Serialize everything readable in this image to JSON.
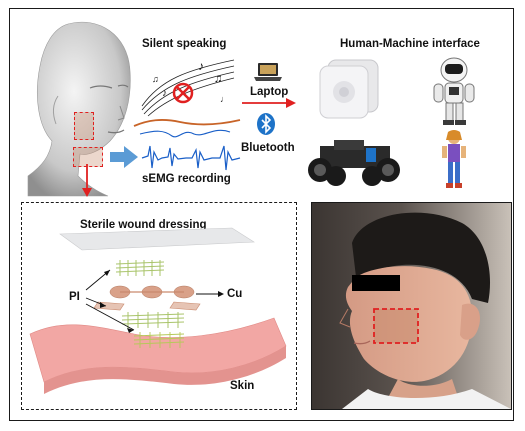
{
  "top_panel": {
    "silent_speaking": "Silent speaking",
    "hmi": "Human-Machine interface",
    "laptop": "Laptop",
    "bluetooth": "Bluetooth",
    "semg": "sEMG recording"
  },
  "dressing_panel": {
    "title": "Sterile wound dressing",
    "pi": "PI",
    "cu": "Cu",
    "skin": "Skin"
  },
  "colors": {
    "accent_red": "#e02020",
    "arrow_blue": "#5b9bd5",
    "skin_pink": "#f2a7a4",
    "copper": "#c98a6e",
    "pi_green": "#a9c46a",
    "semg_blue": "#1a5fc8",
    "signal_orange": "#c86428"
  },
  "icons": [
    "head-icon",
    "laptop-icon",
    "bluetooth-icon",
    "speaker-device-icon",
    "humanoid-robot-icon",
    "robot-car-icon",
    "game-character-icon",
    "no-sound-icon"
  ]
}
